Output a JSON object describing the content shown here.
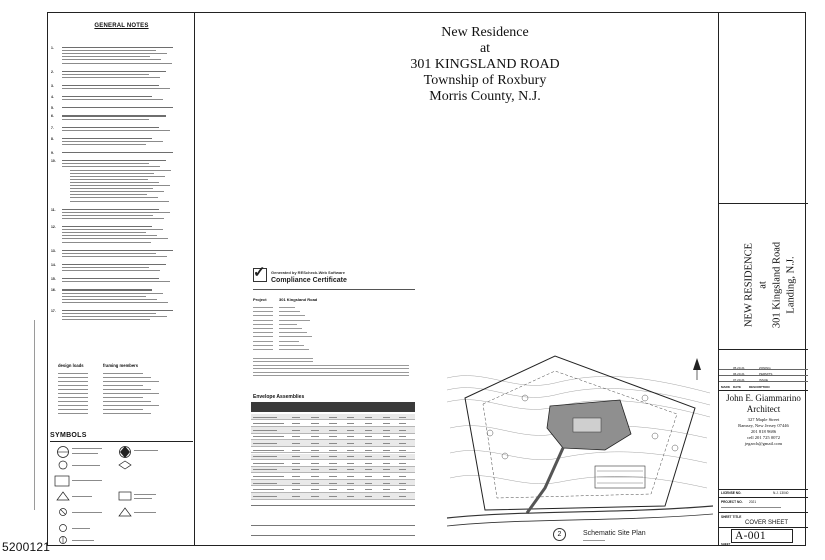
{
  "listing_id": "5200121",
  "notes": {
    "heading": "GENERAL NOTES",
    "numbers": [
      "1.",
      "2.",
      "3.",
      "4.",
      "5.",
      "6.",
      "7.",
      "8.",
      "9.",
      "10.",
      "11.",
      "12.",
      "13.",
      "14.",
      "15.",
      "16.",
      "17."
    ]
  },
  "design_loads": {
    "heading": "design loads",
    "framing_heading": "framing members"
  },
  "symbols": {
    "heading": "SYMBOLS"
  },
  "project_title": {
    "line1": "New Residence",
    "line2": "at",
    "line3": "301 KINGSLAND ROAD",
    "line4": "Township of Roxbury",
    "line5": "Morris County, N.J."
  },
  "compliance": {
    "generated_by": "Generated by REScheck-Web Software",
    "title": "Compliance Certificate",
    "project_label": "Project",
    "project_value": "301 Kingsland Road",
    "envelope_heading": "Envelope Assemblies"
  },
  "site_plan": {
    "number": "2",
    "caption": "Schematic Site Plan"
  },
  "title_strip": {
    "vertical_line1": "NEW RESIDENCE",
    "vertical_line2": "at",
    "vertical_line3": "301 Kingsland Road",
    "vertical_line4": "Landing, N.J."
  },
  "revisions": [
    {
      "date": "05.20.21",
      "description": "ZONING"
    },
    {
      "date": "06.20.21",
      "description": "PERMITS"
    },
    {
      "date": "07.20.21",
      "description": "ISSUE"
    }
  ],
  "revision_header": {
    "mark": "MARK",
    "date": "DATE",
    "description": "DESCRIPTION"
  },
  "architect": {
    "name": "John E. Giammarino",
    "title": "Architect",
    "street": "327 Maple Street",
    "city": "Ramsey, New Jersey 07446",
    "phone": "201 818 9686",
    "cell": "cell 201 725 0072",
    "email": "jegarch@gmail.com"
  },
  "license": {
    "label": "LICENSE NO.",
    "value": "N.J. 13040"
  },
  "project_no": {
    "label": "PROJECT NO.",
    "value": "2021"
  },
  "sheet_title": {
    "label": "SHEET TITLE",
    "value": "COVER SHEET"
  },
  "sheet_number": {
    "label": "SHEET",
    "value": "A-001"
  }
}
